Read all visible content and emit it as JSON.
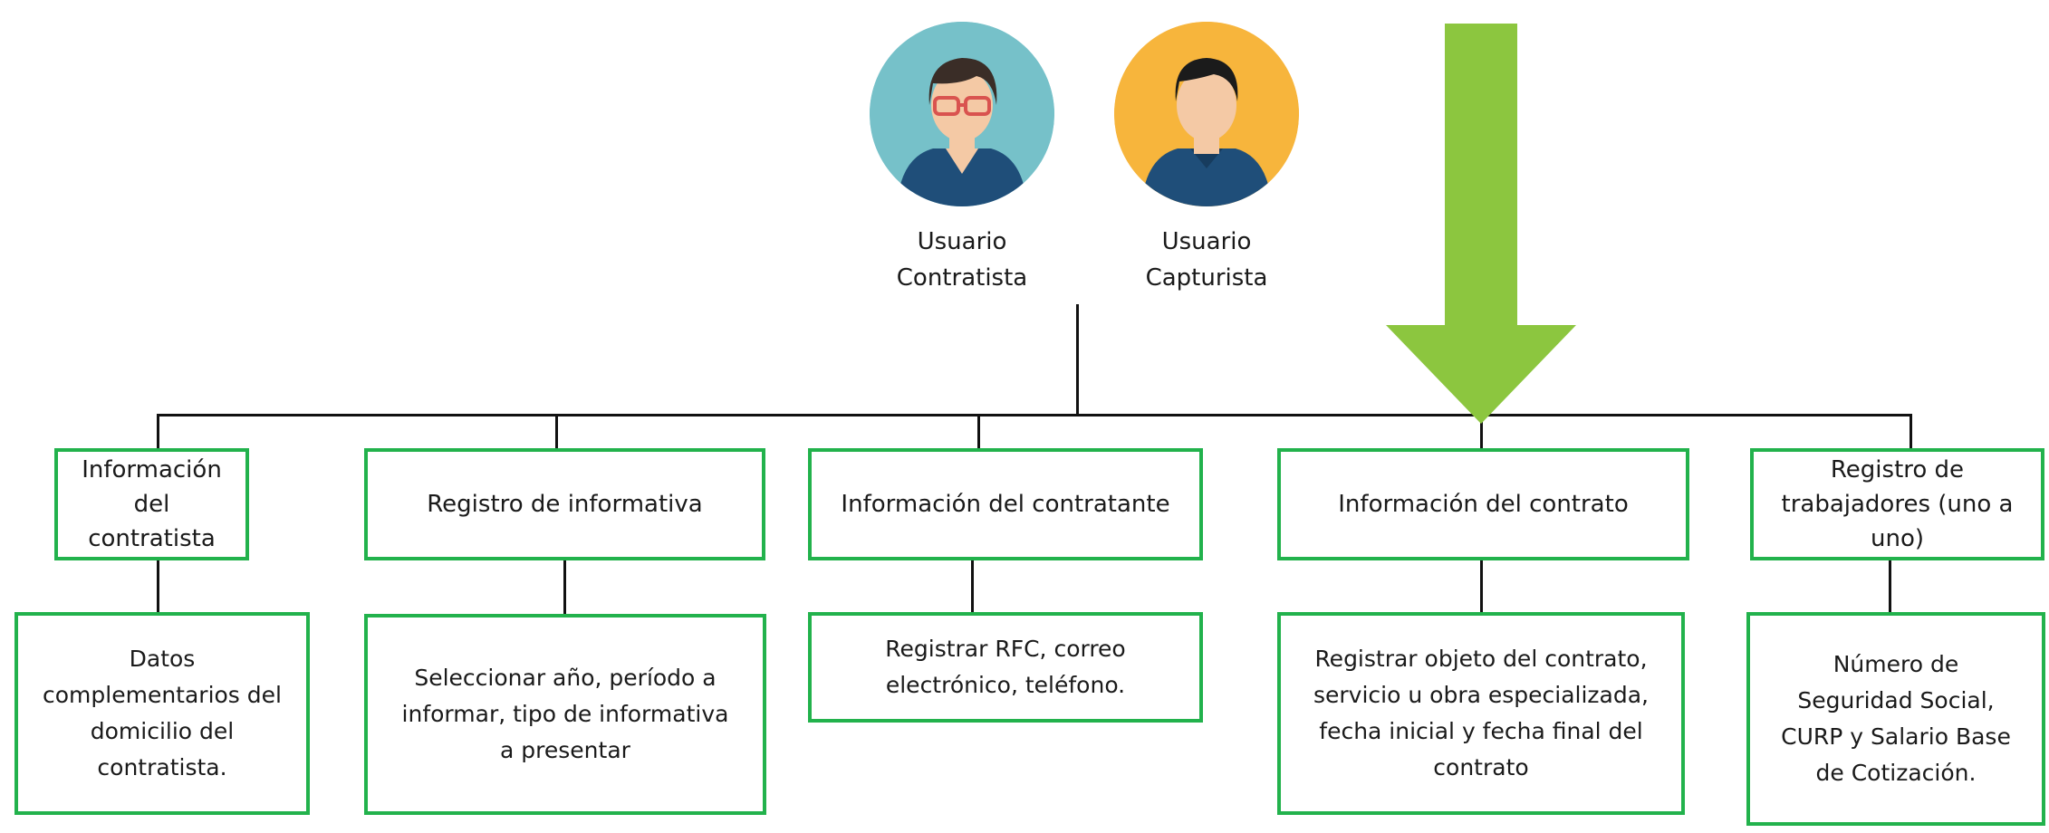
{
  "users": [
    {
      "label": "Usuario\nContratista",
      "icon": "user-glasses-icon",
      "bg": "#76c1c9"
    },
    {
      "label": "Usuario\nCapturista",
      "icon": "user-icon",
      "bg": "#f7b53c"
    }
  ],
  "colors": {
    "box_border": "#22b24c",
    "arrow": "#8cc63f",
    "connector": "#111111"
  },
  "categories": [
    {
      "title": "Información\ndel\ncontratista",
      "detail": "Datos\ncomplementarios del\ndomicilio del\ncontratista."
    },
    {
      "title": "Registro de informativa",
      "detail": "Seleccionar año, período a\ninformar, tipo de informativa\na presentar"
    },
    {
      "title": "Información del contratante",
      "detail": "Registrar RFC, correo\nelectrónico, teléfono."
    },
    {
      "title": "Información del contrato",
      "detail": "Registrar objeto del contrato,\nservicio u obra especializada,\nfecha inicial y fecha final del\ncontrato"
    },
    {
      "title": "Registro de\ntrabajadores (uno a\nuno)",
      "detail": "Número de\nSeguridad Social,\nCURP y Salario Base\nde Cotización."
    }
  ]
}
